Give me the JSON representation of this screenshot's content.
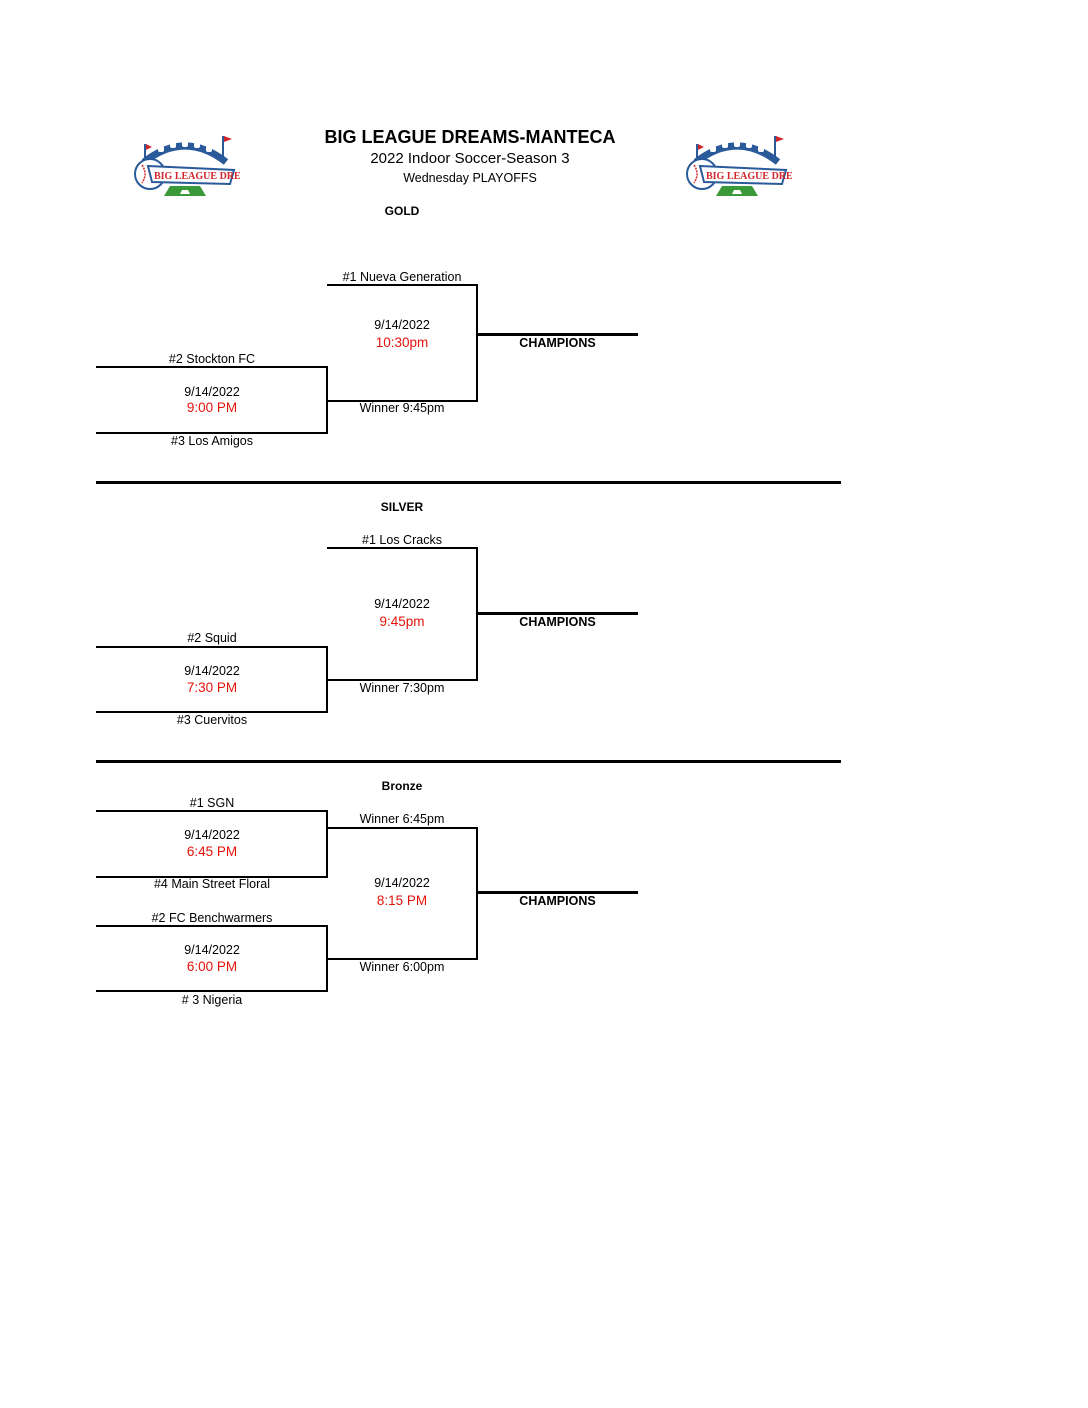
{
  "header": {
    "title": "BIG LEAGUE DREAMS-MANTECA",
    "subtitle": "2022 Indoor Soccer-Season 3",
    "subtitle2": "Wednesday PLAYOFFS",
    "logo_text": "BIG LEAGUE DREAMS"
  },
  "colors": {
    "time": "#e3120b",
    "logo_blue": "#2a5a9a",
    "logo_red": "#d0262e",
    "logo_green": "#3a9a3a"
  },
  "gold": {
    "label": "GOLD",
    "top_seed": "#1 Nueva Generation",
    "semi": {
      "team_top": "#2 Stockton FC",
      "date": "9/14/2022",
      "time": "9:00 PM",
      "team_bottom": "#3 Los Amigos"
    },
    "final": {
      "date": "9/14/2022",
      "time": "10:30pm",
      "bottom_label": "Winner 9:45pm"
    },
    "champions": "CHAMPIONS"
  },
  "silver": {
    "label": "SILVER",
    "top_seed": "#1 Los Cracks",
    "semi": {
      "team_top": "#2 Squid",
      "date": "9/14/2022",
      "time": "7:30 PM",
      "team_bottom": "#3 Cuervitos"
    },
    "final": {
      "date": "9/14/2022",
      "time": "9:45pm",
      "bottom_label": "Winner 7:30pm"
    },
    "champions": "CHAMPIONS"
  },
  "bronze": {
    "label": "Bronze",
    "semi1": {
      "team_top": "#1  SGN",
      "date": "9/14/2022",
      "time": "6:45 PM",
      "team_bottom": "#4 Main Street Floral"
    },
    "semi2": {
      "team_top": "#2 FC Benchwarmers",
      "date": "9/14/2022",
      "time": "6:00 PM",
      "team_bottom": "# 3 Nigeria"
    },
    "final": {
      "date": "9/14/2022",
      "time": "8:15 PM",
      "top_label": "Winner 6:45pm",
      "bottom_label": "Winner 6:00pm"
    },
    "champions": "CHAMPIONS"
  }
}
